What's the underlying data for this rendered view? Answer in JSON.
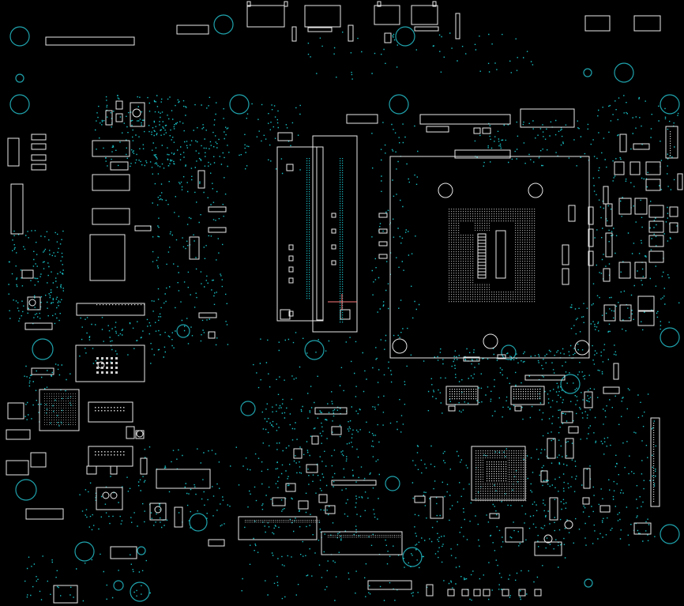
{
  "view": {
    "background": "#000000",
    "outline_color": "#e8e8e8",
    "hole_color": "#1fa3ad",
    "via_color": "#19c2c8",
    "marker_color": "#ff7b7b"
  },
  "legend": {
    "outline": "component-outline",
    "hole": "mounting-hole",
    "via": "via-cluster"
  }
}
